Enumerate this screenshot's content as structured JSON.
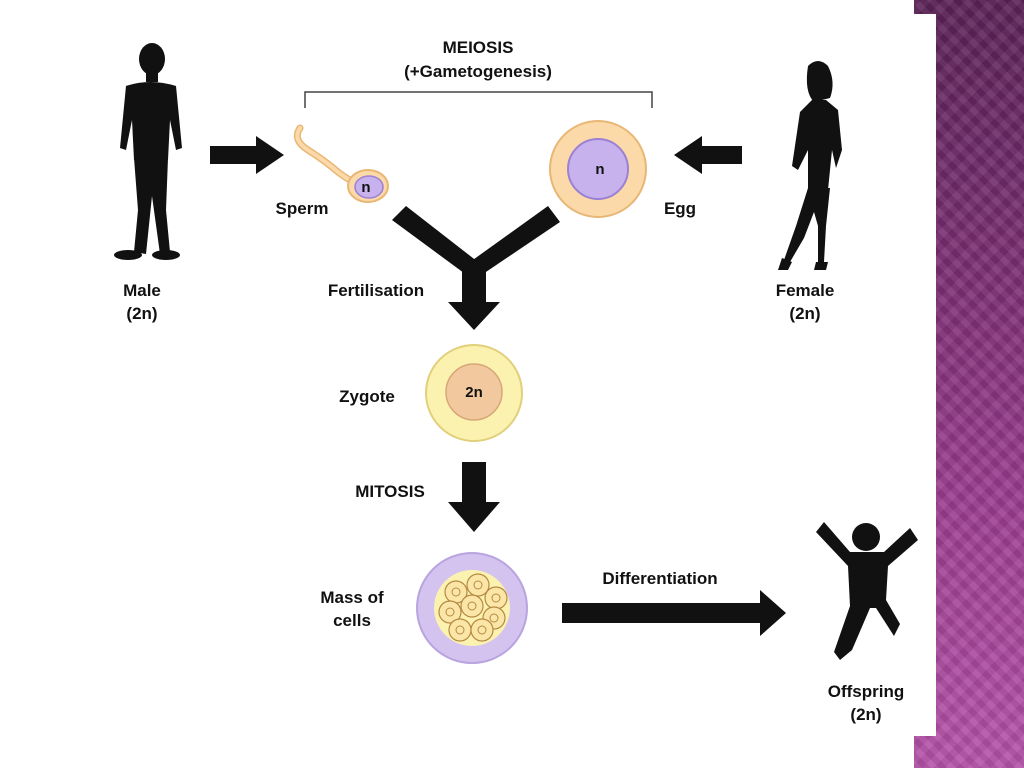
{
  "meiosis": {
    "title": "MEIOSIS",
    "subtitle": "(+Gametogenesis)"
  },
  "male": {
    "label": "Male",
    "ploidy": "(2n)"
  },
  "female": {
    "label": "Female",
    "ploidy": "(2n)"
  },
  "sperm": {
    "label": "Sperm",
    "nucleus": "n"
  },
  "egg": {
    "label": "Egg",
    "nucleus": "n"
  },
  "fertilisation": {
    "label": "Fertilisation"
  },
  "zygote": {
    "label": "Zygote",
    "nucleus": "2n"
  },
  "mitosis": {
    "label": "MITOSIS"
  },
  "mass": {
    "label_line1": "Mass of",
    "label_line2": "cells"
  },
  "differentiation": {
    "label": "Differentiation"
  },
  "offspring": {
    "label": "Offspring",
    "ploidy": "(2n)"
  },
  "colors": {
    "egg_outer": "#fbd9a8",
    "egg_outer_stroke": "#e8b775",
    "nucleus_purple": "#c7b2ee",
    "nucleus_purple_stroke": "#9b81d4",
    "zygote_outer": "#fbf2b0",
    "zygote_outer_stroke": "#e1cf7a",
    "zygote_nucleus": "#f2c89e",
    "mass_outer": "#d4c3ef",
    "mass_inner": "#fbf2b0",
    "arrows": "#111111",
    "band": "#8a3580"
  }
}
